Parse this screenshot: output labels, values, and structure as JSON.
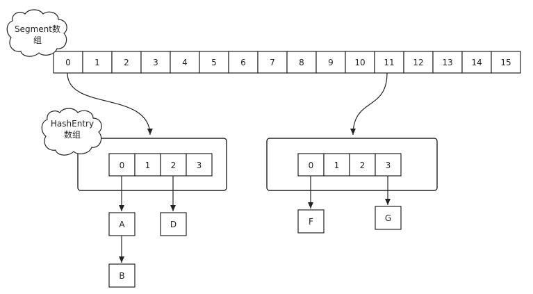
{
  "segment_array": {
    "label_line1": "Segment数",
    "label_line2": "组",
    "cells": [
      "0",
      "1",
      "2",
      "3",
      "4",
      "5",
      "6",
      "7",
      "8",
      "9",
      "10",
      "11",
      "12",
      "13",
      "14",
      "15"
    ]
  },
  "hashentry_left": {
    "label_line1": "HashEntry",
    "label_line2": "数组",
    "cells": [
      "0",
      "1",
      "2",
      "3"
    ]
  },
  "hashentry_right": {
    "cells": [
      "0",
      "1",
      "2",
      "3"
    ]
  },
  "nodes": {
    "a": "A",
    "b": "B",
    "d": "D",
    "f": "F",
    "g": "G"
  }
}
